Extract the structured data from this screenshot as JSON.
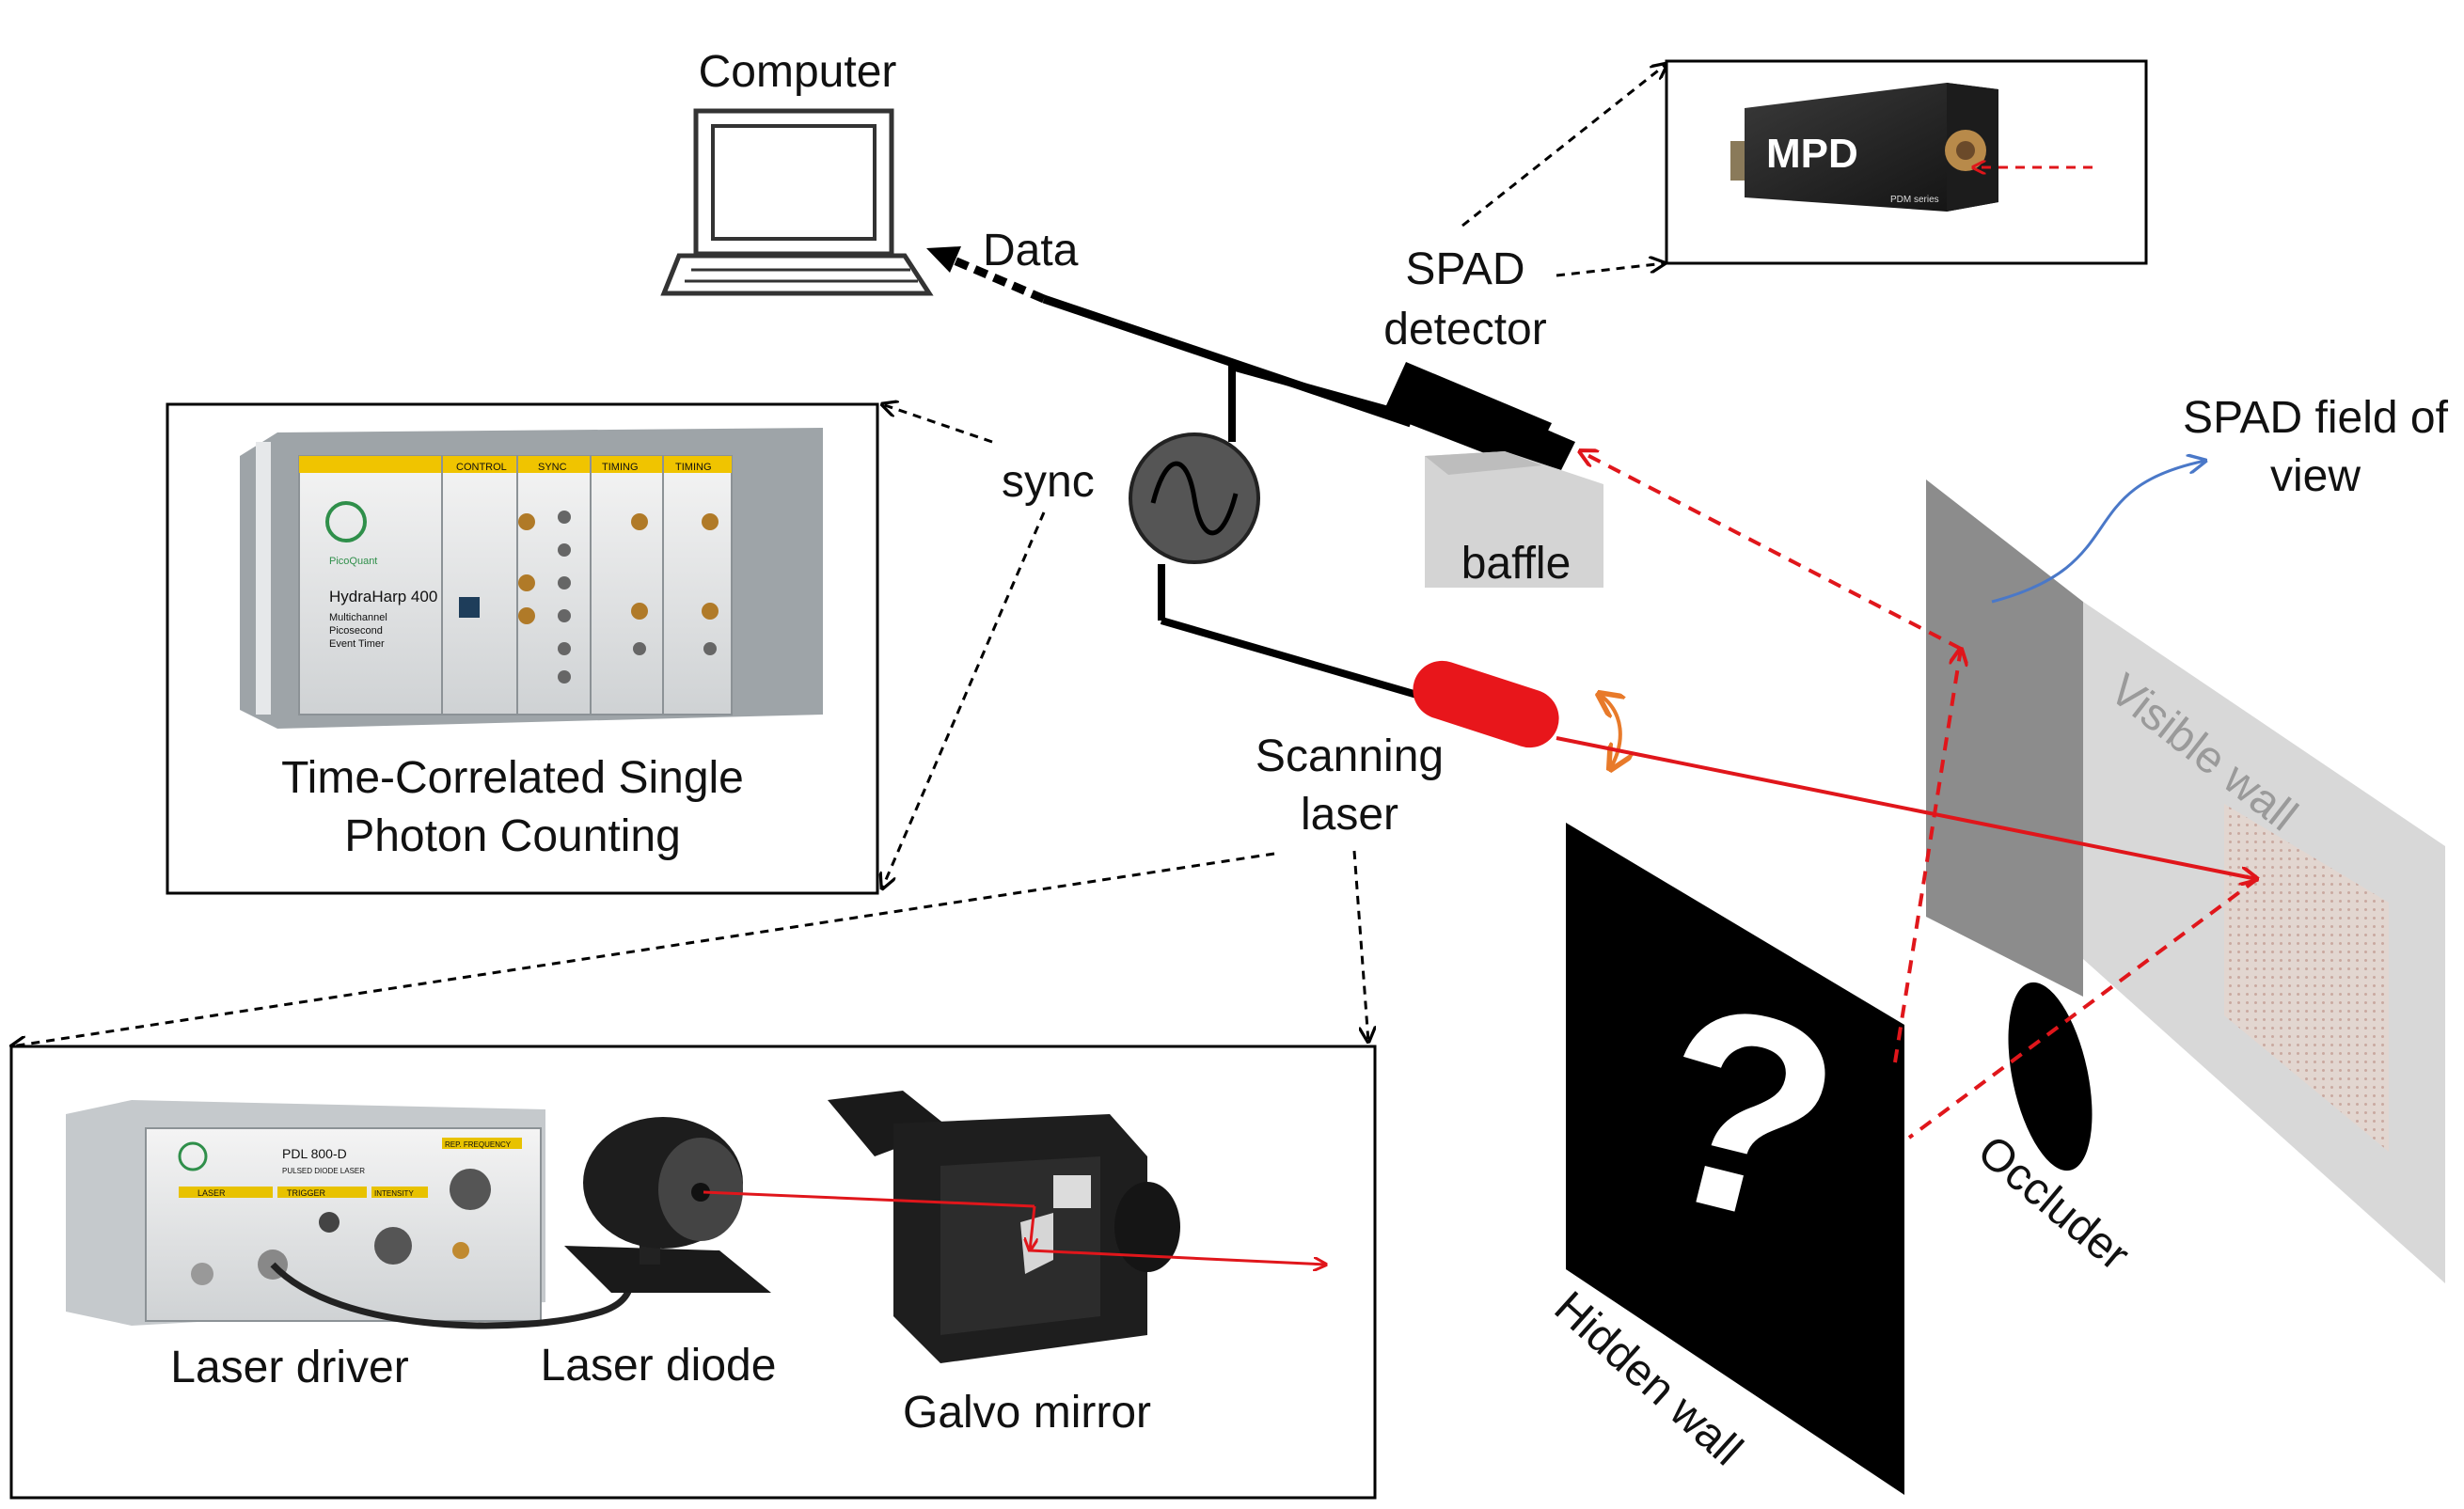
{
  "labels": {
    "computer": "Computer",
    "data": "Data",
    "spad_detector_line1": "SPAD",
    "spad_detector_line2": "detector",
    "sync": "sync",
    "baffle": "baffle",
    "spad_fov_line1": "SPAD field of",
    "spad_fov_line2": "view",
    "visible_wall": "Visible wall",
    "tcspc_line1": "Time-Correlated Single",
    "tcspc_line2": "Photon Counting",
    "scanning_laser_line1": "Scanning",
    "scanning_laser_line2": "laser",
    "occluder": "Occluder",
    "hidden_wall": "Hidden wall",
    "laser_driver": "Laser driver",
    "laser_diode": "Laser diode",
    "galvo_mirror": "Galvo mirror",
    "question_mark": "?"
  },
  "device_text": {
    "mpd_logo": "MPD",
    "mpd_series": "PDM series",
    "hydraharp_title": "HydraHarp 400",
    "hydraharp_sub1": "Multichannel",
    "hydraharp_sub2": "Picosecond",
    "hydraharp_sub3": "Event Timer",
    "hydraharp_brand": "PicoQuant",
    "hh_control": "CONTROL",
    "hh_sync": "SYNC",
    "hh_timing1": "TIMING",
    "hh_timing2": "TIMING",
    "pdl_title": "PDL 800-D",
    "pdl_sub": "PULSED DIODE LASER",
    "pdl_laser": "LASER",
    "pdl_trigger": "TRIGGER",
    "pdl_intensity": "INTENSITY",
    "pdl_rep": "REP. FREQUENCY"
  },
  "colors": {
    "beam_red": "#e0161b",
    "laser_body": "#e8161b",
    "rotation_arrow": "#e87a2a",
    "fov_arrow": "#4a78c8",
    "hidden_wall": "#000000",
    "fov_panel": "#8c8c8c",
    "visible_wall": "#d8d8d8",
    "device_gold": "#e8c200"
  }
}
